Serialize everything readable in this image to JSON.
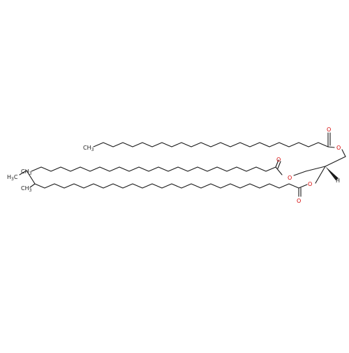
{
  "colors": {
    "bond": "#1a1a1a",
    "oxygen": "#d40000",
    "background": "#ffffff"
  },
  "atoms": {
    "oxygen": "O",
    "hydrogen": "H",
    "methyl_c": "CH",
    "methyl_sub": "3",
    "methyl_h3c_h": "H",
    "methyl_h3c_c": "C"
  }
}
